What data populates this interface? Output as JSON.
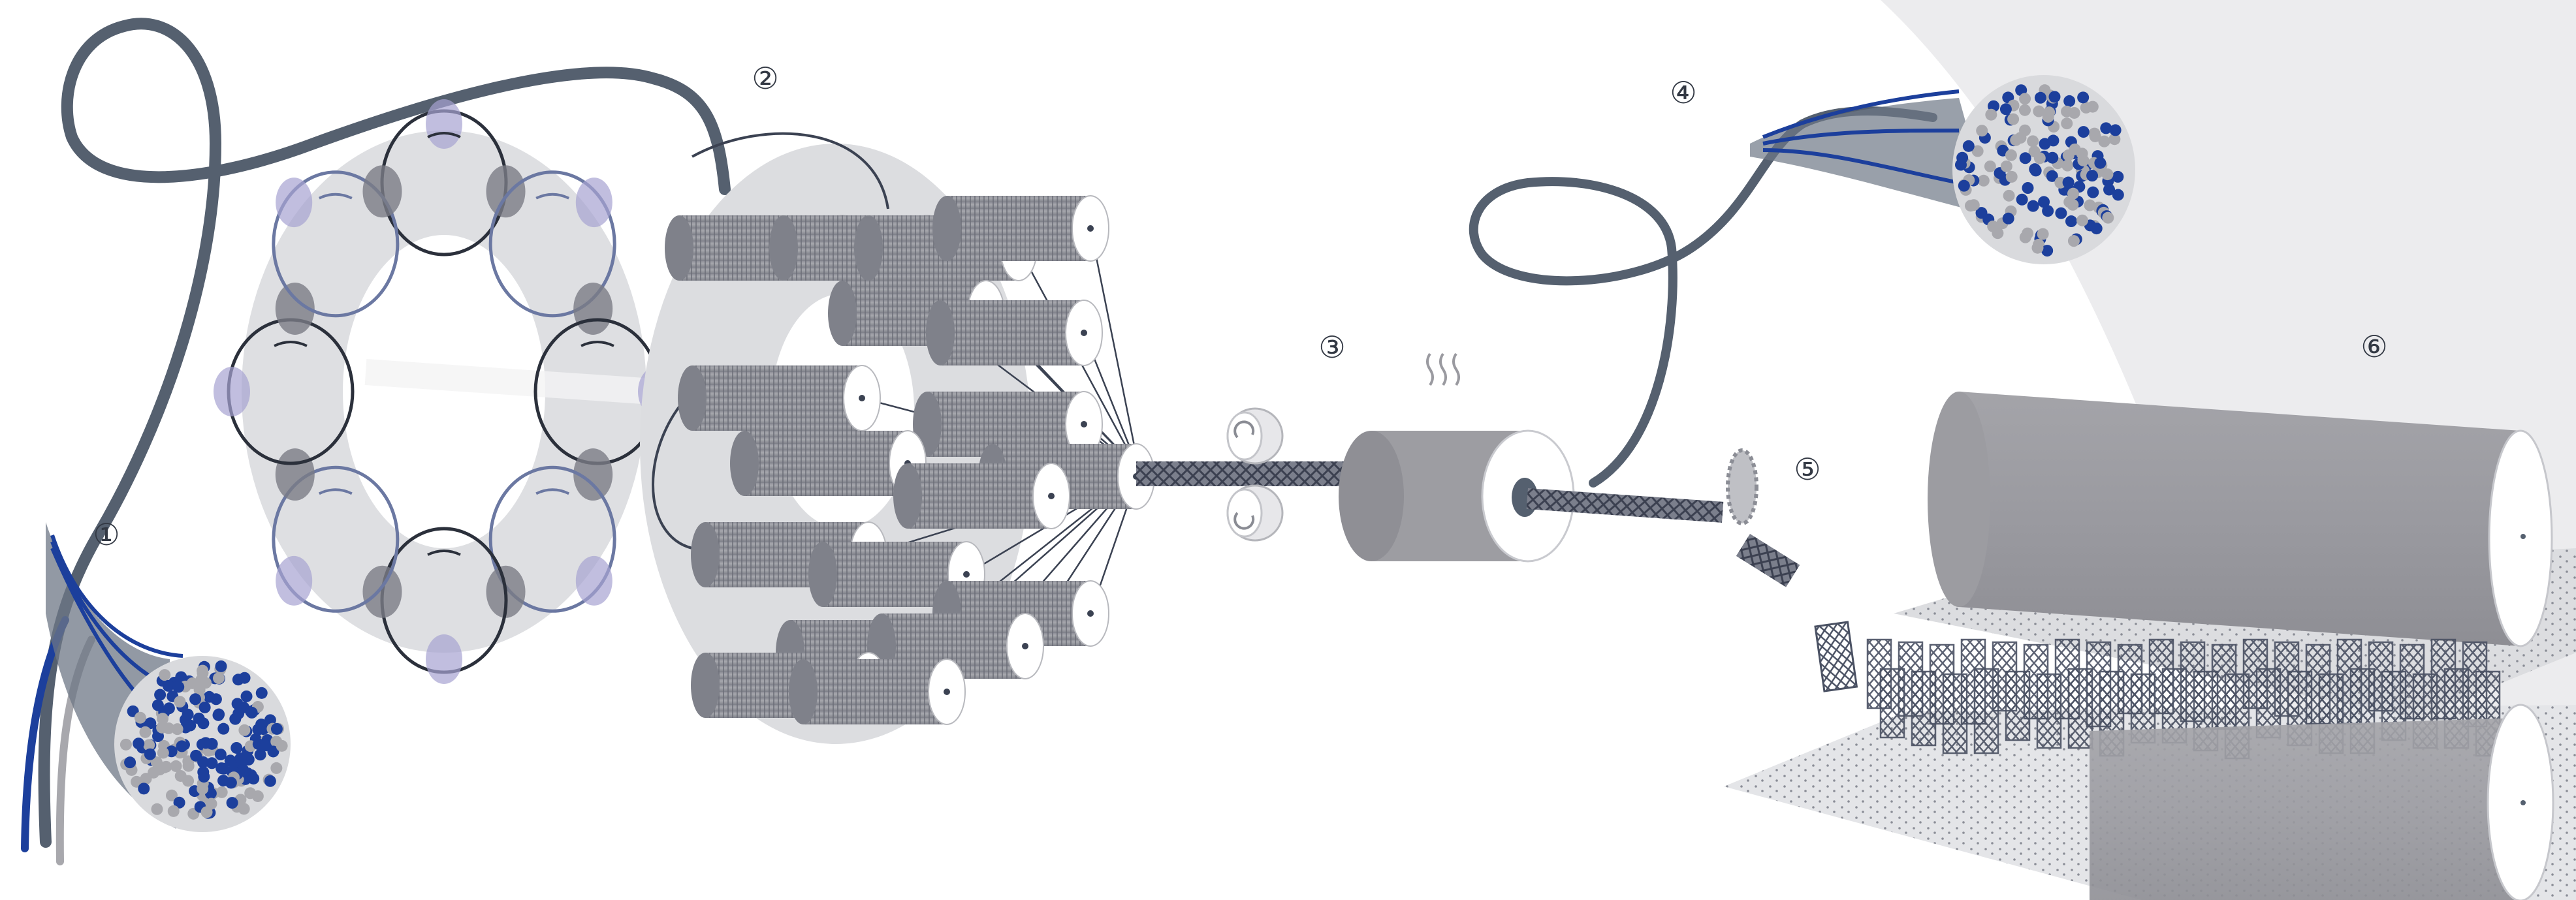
{
  "steps": [
    {
      "id": "1",
      "label": "①"
    },
    {
      "id": "2",
      "label": "②"
    },
    {
      "id": "3",
      "label": "③"
    },
    {
      "id": "4",
      "label": "④"
    },
    {
      "id": "5",
      "label": "⑤"
    },
    {
      "id": "6",
      "label": "⑥"
    }
  ],
  "colors": {
    "yarn": "#55606f",
    "blue_fiber": "#1c3f9c",
    "grey_fiber": "#a8a8ad",
    "ring_fill": "#dedfe2",
    "bobbin": "#9a9a9f",
    "bobbin_end": "#ffffff",
    "lavender": "#a6a2d2",
    "track_blue": "#6b78a2",
    "track_dark": "#2b303b",
    "roller": "#9d9da2",
    "background_shade": "#ececee"
  },
  "icons": {
    "heater": "heat-wave-icon",
    "rotate_up": "clockwise-arrow-icon",
    "rotate_down": "counterclockwise-arrow-icon"
  }
}
